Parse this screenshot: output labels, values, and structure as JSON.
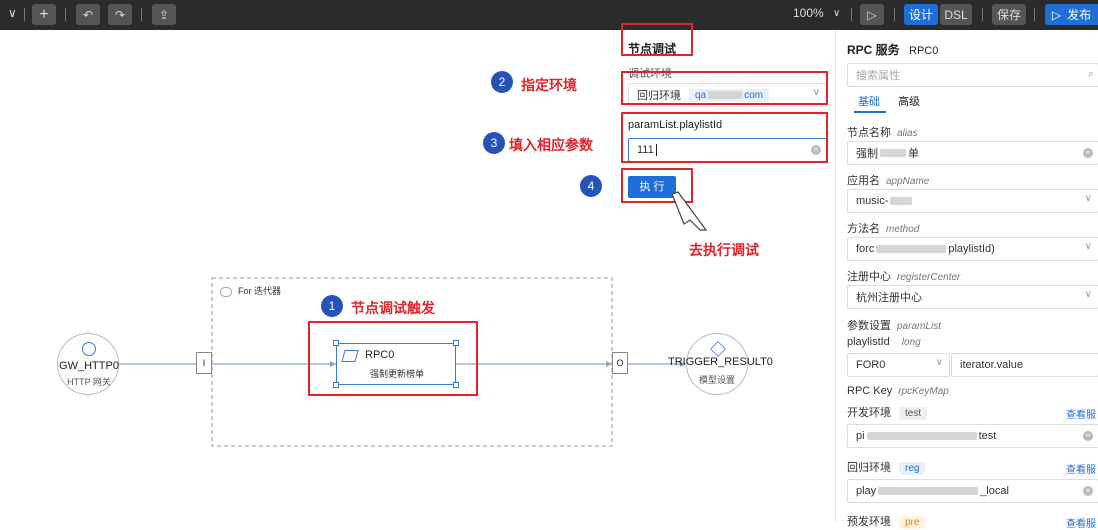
{
  "toolbar": {
    "chevron": "∨",
    "add": "+",
    "undo": "↶",
    "redo": "↷",
    "cloud": "⇪",
    "zoom": "100%",
    "zoom_caret": "∨",
    "play": "▷",
    "design": "设计",
    "dsl": "DSL",
    "save": "保存",
    "publish_icon": "▷",
    "publish": "发布"
  },
  "canvas": {
    "iterator_label": "For 迭代器",
    "gw_node": {
      "title": "GW_HTTP0",
      "subtitle": "HTTP 网关"
    },
    "in_port": "I",
    "out_port": "O",
    "rpc_node": {
      "title": "RPC0",
      "subtitle": "强制更新榜单"
    },
    "trigger_node": {
      "title": "TRIGGER_RESULT0",
      "subtitle": "模型设置"
    }
  },
  "debug": {
    "title": "节点调试",
    "env_label": "调试环境",
    "env_value": "回归环境",
    "env_tag_prefix": "qa",
    "env_tag_suffix": "com",
    "param_label": "paramList.playlistId",
    "param_value": "111",
    "run_button": "执 行"
  },
  "annotations": {
    "step1_num": "1",
    "step1": "节点调试触发",
    "step2_num": "2",
    "step2": "指定环境",
    "step3_num": "3",
    "step3": "填入相应参数",
    "step4_num": "4",
    "go": "去执行调试"
  },
  "props": {
    "title": "RPC 服务",
    "id": "RPC0",
    "search_placeholder": "搜索属性",
    "tab_basic": "基础",
    "tab_advanced": "高级",
    "node_name_label": "节点名称",
    "node_name_en": "alias",
    "node_name_prefix": "强制",
    "node_name_suffix": "单",
    "app_label": "应用名",
    "app_en": "appName",
    "app_value": "music-",
    "method_label": "方法名",
    "method_en": "method",
    "method_prefix": "forc",
    "method_suffix": "playlistId)",
    "registry_label": "注册中心",
    "registry_en": "registerCenter",
    "registry_value": "杭州注册中心",
    "params_label": "参数设置",
    "params_en": "paramList",
    "playlist_label": "playlistId",
    "playlist_type": "long",
    "playlist_source": "FOR0",
    "playlist_expr": "iterator.value",
    "rpckey_label": "RPC Key",
    "rpckey_en": "rpcKeyMap",
    "env_dev_label": "开发环境",
    "env_dev_tag": "test",
    "env_dev_prefix": "pi",
    "env_dev_suffix": "test",
    "view_link": "查看服",
    "env_reg_label": "回归环境",
    "env_reg_tag": "reg",
    "env_reg_prefix": "play",
    "env_reg_suffix": "_local",
    "env_pre_label": "预发环境",
    "env_pre_tag": "pre"
  },
  "colors": {
    "accent": "#1f6fd8",
    "annotation_red": "#e0242b",
    "badge_blue": "#2553b8",
    "toolbar": "#2b2b2b"
  }
}
